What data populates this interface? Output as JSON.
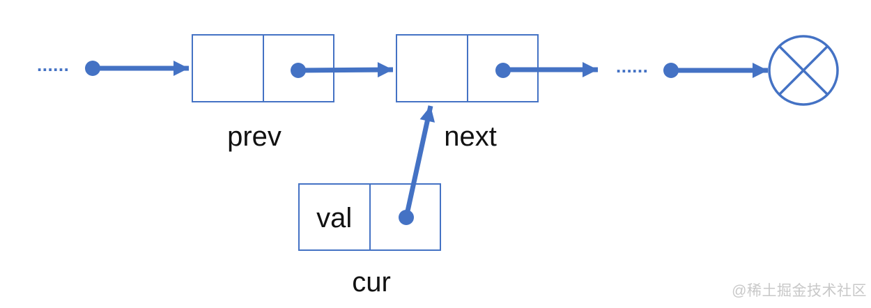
{
  "diagram": {
    "type": "linked-list-insertion",
    "labels": {
      "prev": "prev",
      "next": "next",
      "val": "val",
      "cur": "cur"
    },
    "ellipsis_left": "......",
    "ellipsis_right": "......",
    "watermark": "@稀土掘金技术社区",
    "colors": {
      "accent": "#4472C4",
      "text": "#111111",
      "watermark": "#C8C8C8",
      "background": "#FFFFFF"
    }
  }
}
